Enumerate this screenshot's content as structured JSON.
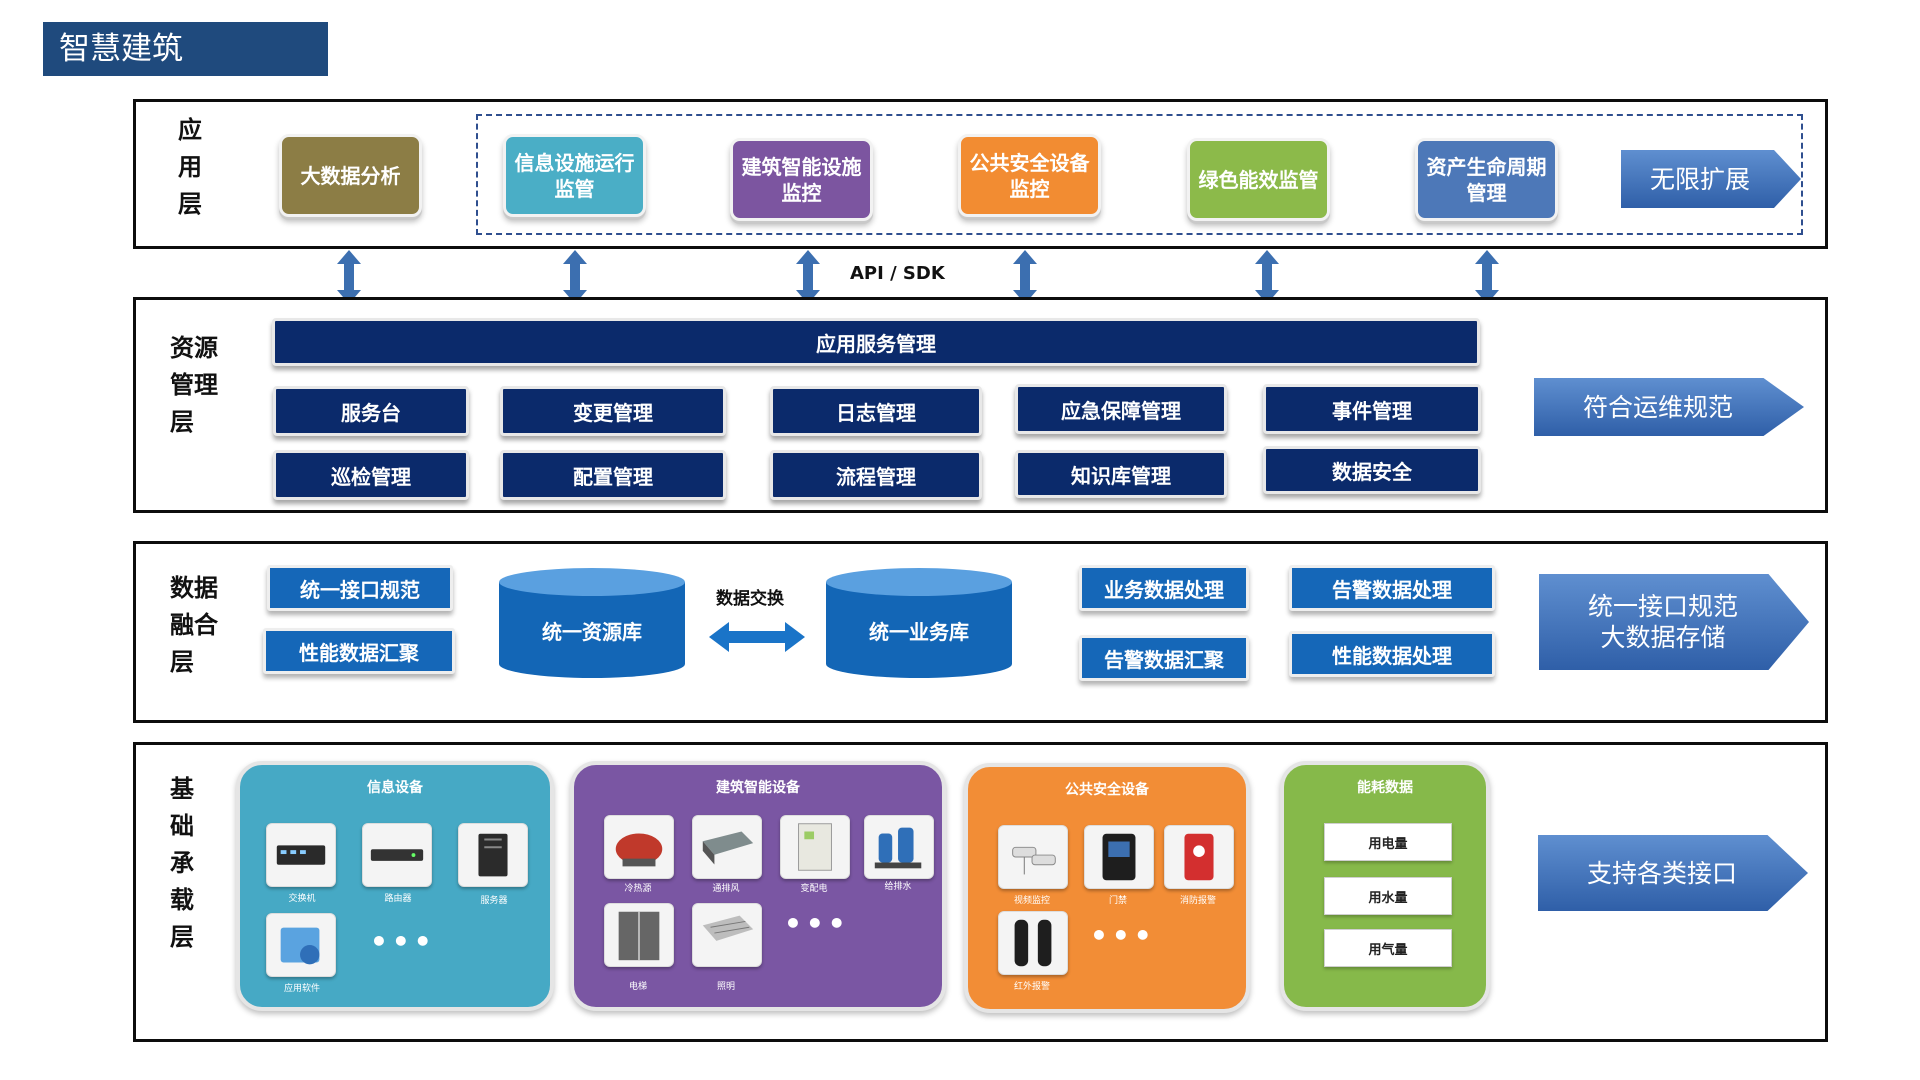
{
  "title": "智慧建筑",
  "app_layer": {
    "label": [
      "应",
      "用",
      "层"
    ],
    "modules": [
      {
        "text": "大数据分析",
        "color": "#8c7d45"
      },
      {
        "text": "信息设施运行\n监管",
        "color": "#4aaec6"
      },
      {
        "text": "建筑智能设施\n监控",
        "color": "#7c55a0"
      },
      {
        "text": "公共安全设备\n监控",
        "color": "#f28c32"
      },
      {
        "text": "绿色能效监管",
        "color": "#8cba4a"
      },
      {
        "text": "资产生命周期\n管理",
        "color": "#4d78b8"
      }
    ],
    "extend": "无限扩展"
  },
  "api_label": "API / SDK",
  "resource_layer": {
    "label": [
      "资源",
      "管理",
      "层"
    ],
    "header": "应用服务管理",
    "row1": [
      "服务台",
      "变更管理",
      "日志管理",
      "应急保障管理",
      "事件管理"
    ],
    "row2": [
      "巡检管理",
      "配置管理",
      "流程管理",
      "知识库管理",
      "数据安全"
    ],
    "side": "符合运维规范"
  },
  "data_layer": {
    "label": [
      "数据",
      "融合",
      "层"
    ],
    "left": [
      "统一接口规范",
      "性能数据汇聚"
    ],
    "db1": "统一资源库",
    "db2": "统一业务库",
    "exchange": "数据交换",
    "right_top": [
      "业务数据处理",
      "告警数据处理"
    ],
    "right_bottom": [
      "告警数据汇聚",
      "性能数据处理"
    ],
    "side": "统一接口规范\n大数据存储"
  },
  "base_layer": {
    "label": [
      "基",
      "础",
      "承",
      "载",
      "层"
    ],
    "groups": [
      {
        "title": "信息设备",
        "color": "#46a9c5",
        "devices": [
          "交换机",
          "路由器",
          "服务器",
          "应用软件"
        ]
      },
      {
        "title": "建筑智能设备",
        "color": "#7a56a3",
        "devices": [
          "冷热源",
          "通排风",
          "变配电",
          "给排水",
          "电梯",
          "照明"
        ]
      },
      {
        "title": "公共安全设备",
        "color": "#f28d36",
        "devices": [
          "视频监控",
          "门禁",
          "消防报警",
          "红外报警"
        ]
      },
      {
        "title": "能耗数据",
        "color": "#86b94a",
        "items": [
          "用电量",
          "用水量",
          "用气量"
        ]
      }
    ],
    "dots": "•••",
    "side": "支持各类接口"
  }
}
